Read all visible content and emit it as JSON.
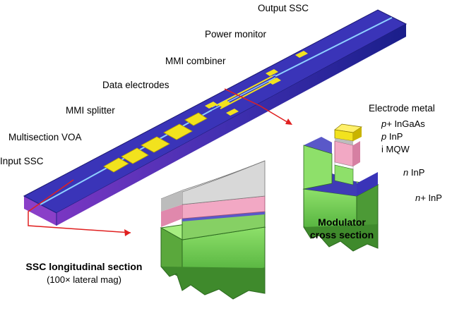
{
  "labels": {
    "output_ssc": "Output SSC",
    "power_monitor": "Power monitor",
    "mmi_combiner": "MMI combiner",
    "data_electrodes": "Data electrodes",
    "mmi_splitter": "MMI splitter",
    "multisection_voa": "Multisection VOA",
    "input_ssc": "Input SSC"
  },
  "layers": {
    "electrode_metal": "Electrode metal",
    "p_plus_ingaas_prefix": "p+",
    "p_plus_ingaas_rest": " InGaAs",
    "p_inp_prefix": "p",
    "p_inp_rest": " InP",
    "i_mqw": "i MQW",
    "n_inp_prefix": "n",
    "n_inp_rest": " InP",
    "n_plus_inp_prefix": "n+",
    "n_plus_inp_rest": " InP"
  },
  "titles": {
    "modulator_line1": "Modulator",
    "modulator_line2": "cross section",
    "ssc_section": "SSC longitudinal section",
    "ssc_magnification": "(100× lateral mag)"
  },
  "colors": {
    "chip_top": "#3a34b8",
    "chip_side": "#7a36c2",
    "electrode_pads": "#f2e21e",
    "waveguide": "#8fd0ff",
    "p_inp_layer": "#f2a8c4",
    "inp_substrate": "#8ee06a",
    "arrows": "#e02020"
  }
}
